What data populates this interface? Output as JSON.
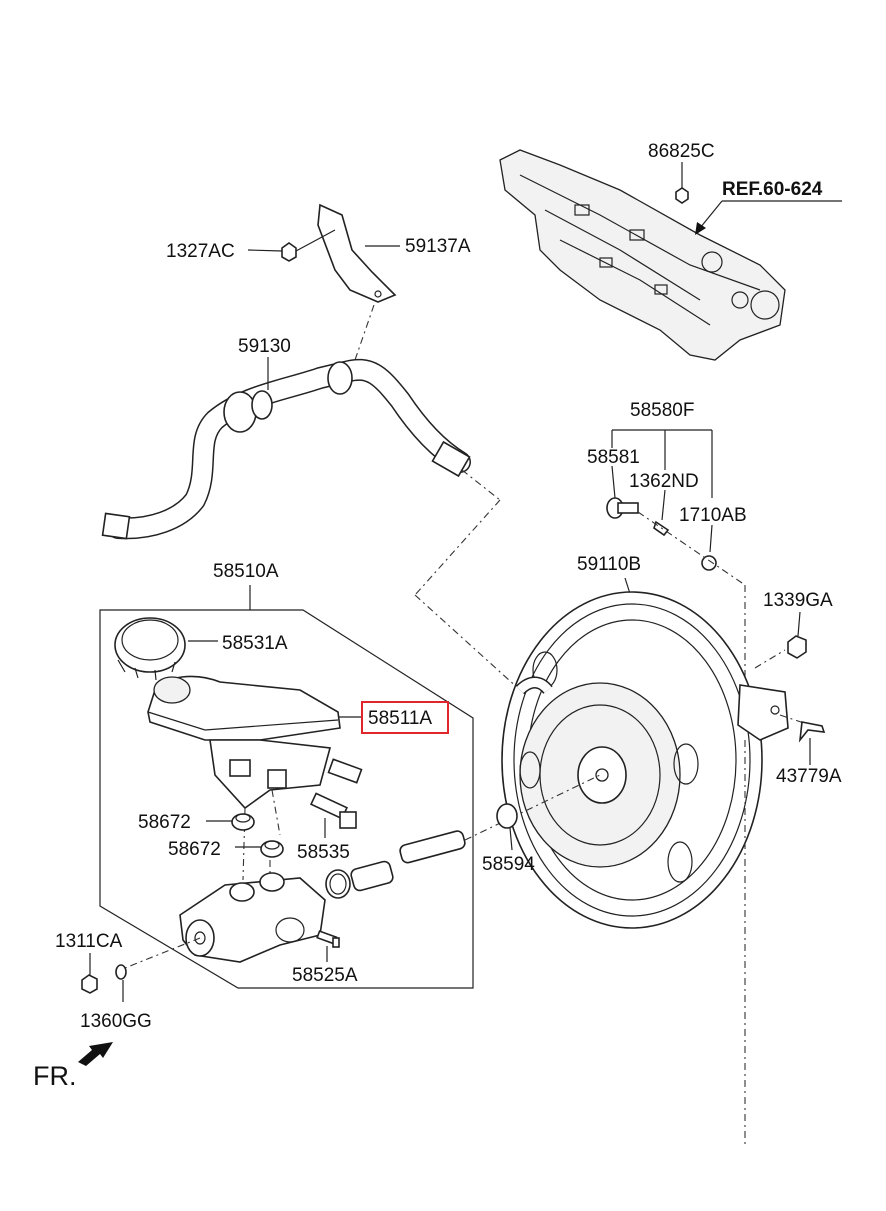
{
  "diagram": {
    "ref_label": "REF.60-624",
    "fr_label": "FR.",
    "highlighted_part": "58511A",
    "highlight_color": "#e0252b",
    "parts": {
      "p86825C": "86825C",
      "p1327AC": "1327AC",
      "p59137A": "59137A",
      "p59130": "59130",
      "p58580F": "58580F",
      "p58581": "58581",
      "p1362ND": "1362ND",
      "p1710AB": "1710AB",
      "p58510A": "58510A",
      "p59110B": "59110B",
      "p58531A": "58531A",
      "p1339GA": "1339GA",
      "p58511A": "58511A",
      "p43779A": "43779A",
      "p58672a": "58672",
      "p58672b": "58672",
      "p58535": "58535",
      "p58594": "58594",
      "p1311CA": "1311CA",
      "p58525A": "58525A",
      "p1360GG": "1360GG"
    }
  }
}
